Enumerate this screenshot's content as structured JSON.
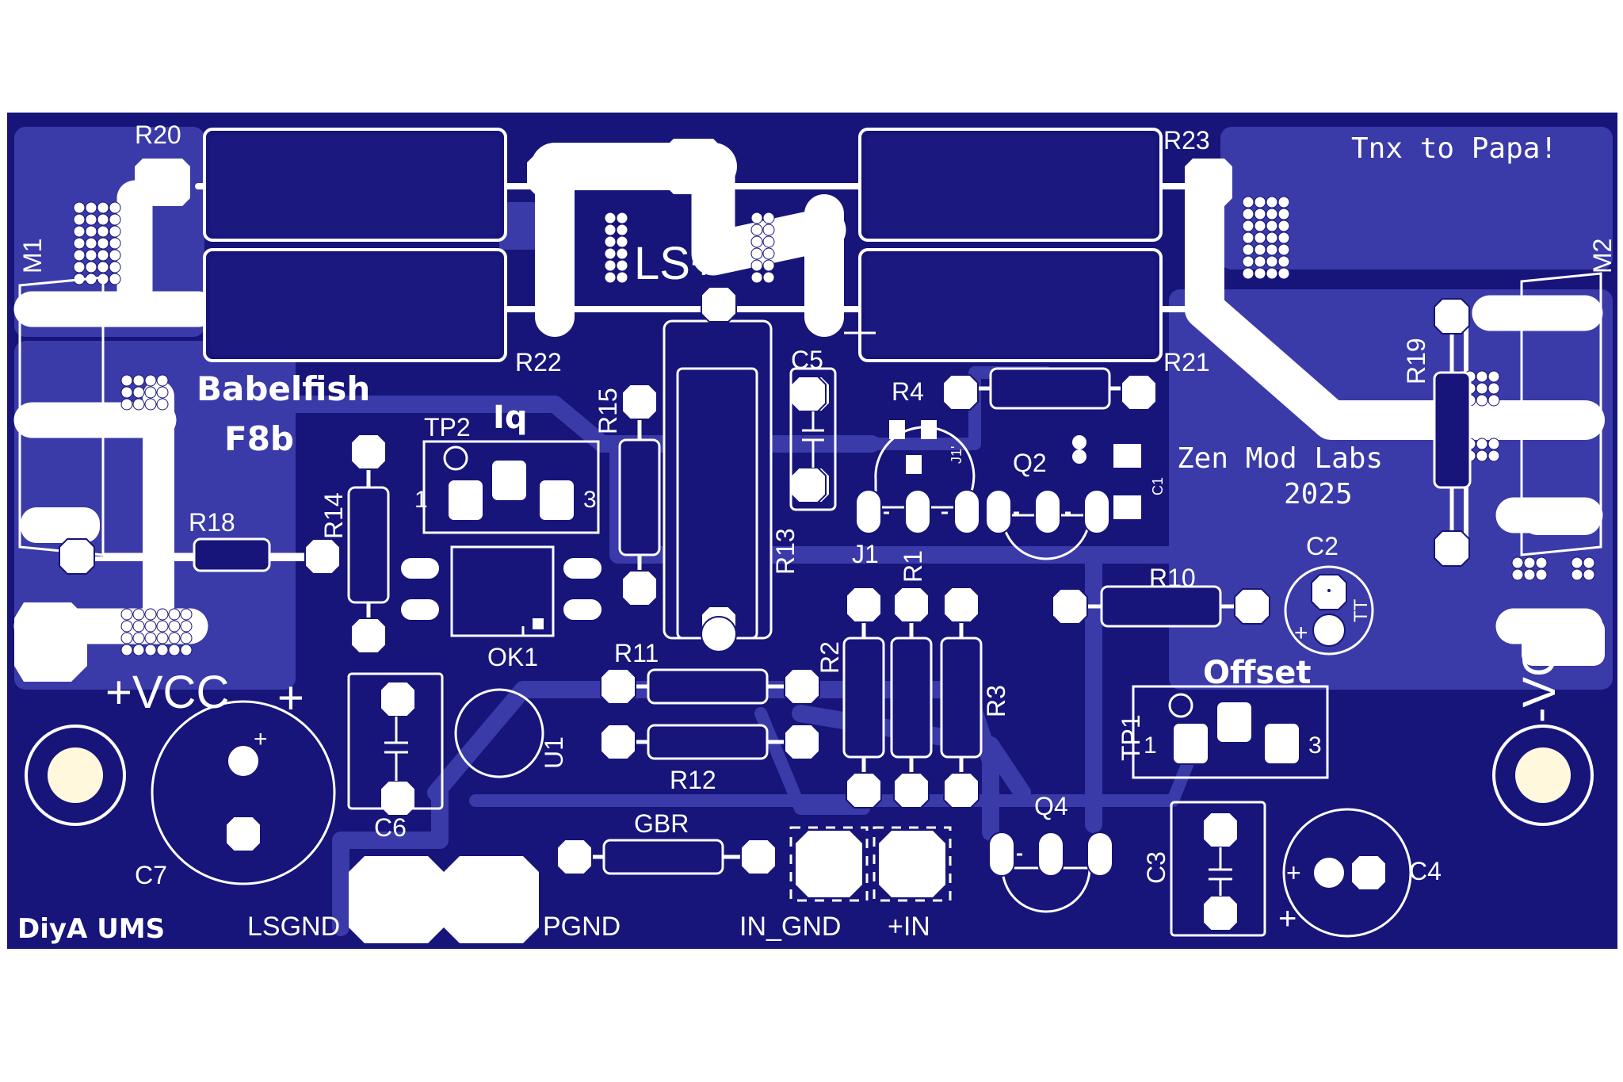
{
  "board": {
    "colors": {
      "substrate": "#17147a",
      "copper": "#3a3aa8",
      "silkscreen": "#ffffff",
      "hole": "#fff8dc"
    },
    "title": "Babelfish",
    "subtitle": "F8b",
    "thanks": "Tnx to Papa!",
    "maker": "Zen Mod Labs",
    "year": "2025",
    "credit": "DiyA UMS",
    "iq_label": "Iq",
    "offset_label": "Offset",
    "ls_plus": "LS+",
    "plus_vcc": "+VCC",
    "minus_vcc": "-VCC",
    "plus_sign": "+"
  },
  "refdes": {
    "R20": "R20",
    "R22": "R22",
    "R23": "R23",
    "R21": "R21",
    "M1": "M1",
    "M2": "M2",
    "R19": "R19",
    "R18": "R18",
    "R14": "R14",
    "R15": "R15",
    "R13": "R13",
    "C5": "C5",
    "R4": "R4",
    "Q2": "Q2",
    "C1": "C1",
    "J1": "J1",
    "J1p": "J1'",
    "R1": "R1",
    "R10": "R10",
    "C2": "C2",
    "TT": "TT",
    "TP2": "TP2",
    "TP1": "TP1",
    "OK1": "OK1",
    "R11": "R11",
    "R12": "R12",
    "R2": "R2",
    "R3": "R3",
    "U1": "U1",
    "C6": "C6",
    "C7": "C7",
    "GBR": "GBR",
    "Q4": "Q4",
    "C3": "C3",
    "C4": "C4"
  },
  "pins": {
    "one": "1",
    "three": "3"
  },
  "connectors": {
    "lsgnd": "LSGND",
    "pgnd": "PGND",
    "in_gnd": "IN_GND",
    "plus_in": "+IN"
  }
}
